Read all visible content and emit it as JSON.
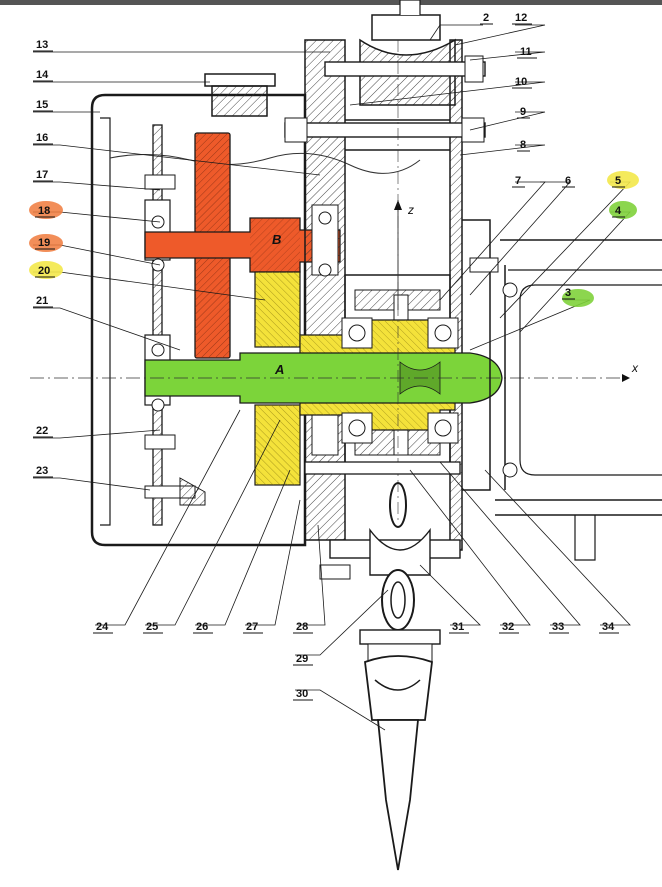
{
  "diagram": {
    "axis_labels": {
      "z": "z",
      "x": "x"
    },
    "shaft_labels": {
      "a": "A",
      "b": "B"
    },
    "parts": [
      {
        "id": "p2",
        "label": "2"
      },
      {
        "id": "p3",
        "label": "3",
        "highlight": "#7fd13b"
      },
      {
        "id": "p4",
        "label": "4",
        "highlight": "#7fd13b"
      },
      {
        "id": "p5",
        "label": "5",
        "highlight": "#f3e84a"
      },
      {
        "id": "p6",
        "label": "6"
      },
      {
        "id": "p7",
        "label": "7"
      },
      {
        "id": "p8",
        "label": "8"
      },
      {
        "id": "p9",
        "label": "9"
      },
      {
        "id": "p10",
        "label": "10"
      },
      {
        "id": "p11",
        "label": "11"
      },
      {
        "id": "p12",
        "label": "12"
      },
      {
        "id": "p13",
        "label": "13"
      },
      {
        "id": "p14",
        "label": "14"
      },
      {
        "id": "p15",
        "label": "15"
      },
      {
        "id": "p16",
        "label": "16"
      },
      {
        "id": "p17",
        "label": "17"
      },
      {
        "id": "p18",
        "label": "18",
        "highlight": "#f07a3c"
      },
      {
        "id": "p19",
        "label": "19",
        "highlight": "#f07a3c"
      },
      {
        "id": "p20",
        "label": "20",
        "highlight": "#f3e84a"
      },
      {
        "id": "p21",
        "label": "21"
      },
      {
        "id": "p22",
        "label": "22"
      },
      {
        "id": "p23",
        "label": "23"
      },
      {
        "id": "p24",
        "label": "24"
      },
      {
        "id": "p25",
        "label": "25"
      },
      {
        "id": "p26",
        "label": "26"
      },
      {
        "id": "p27",
        "label": "27"
      },
      {
        "id": "p28",
        "label": "28"
      },
      {
        "id": "p29",
        "label": "29"
      },
      {
        "id": "p30",
        "label": "30"
      },
      {
        "id": "p31",
        "label": "31"
      },
      {
        "id": "p32",
        "label": "32"
      },
      {
        "id": "p33",
        "label": "33"
      },
      {
        "id": "p34",
        "label": "34"
      }
    ],
    "colors": {
      "shaft_a": "#7cd43a",
      "shaft_b": "#ee5a2a",
      "gear_yellow": "#f4e23a",
      "outline": "#1a1a1a"
    }
  }
}
